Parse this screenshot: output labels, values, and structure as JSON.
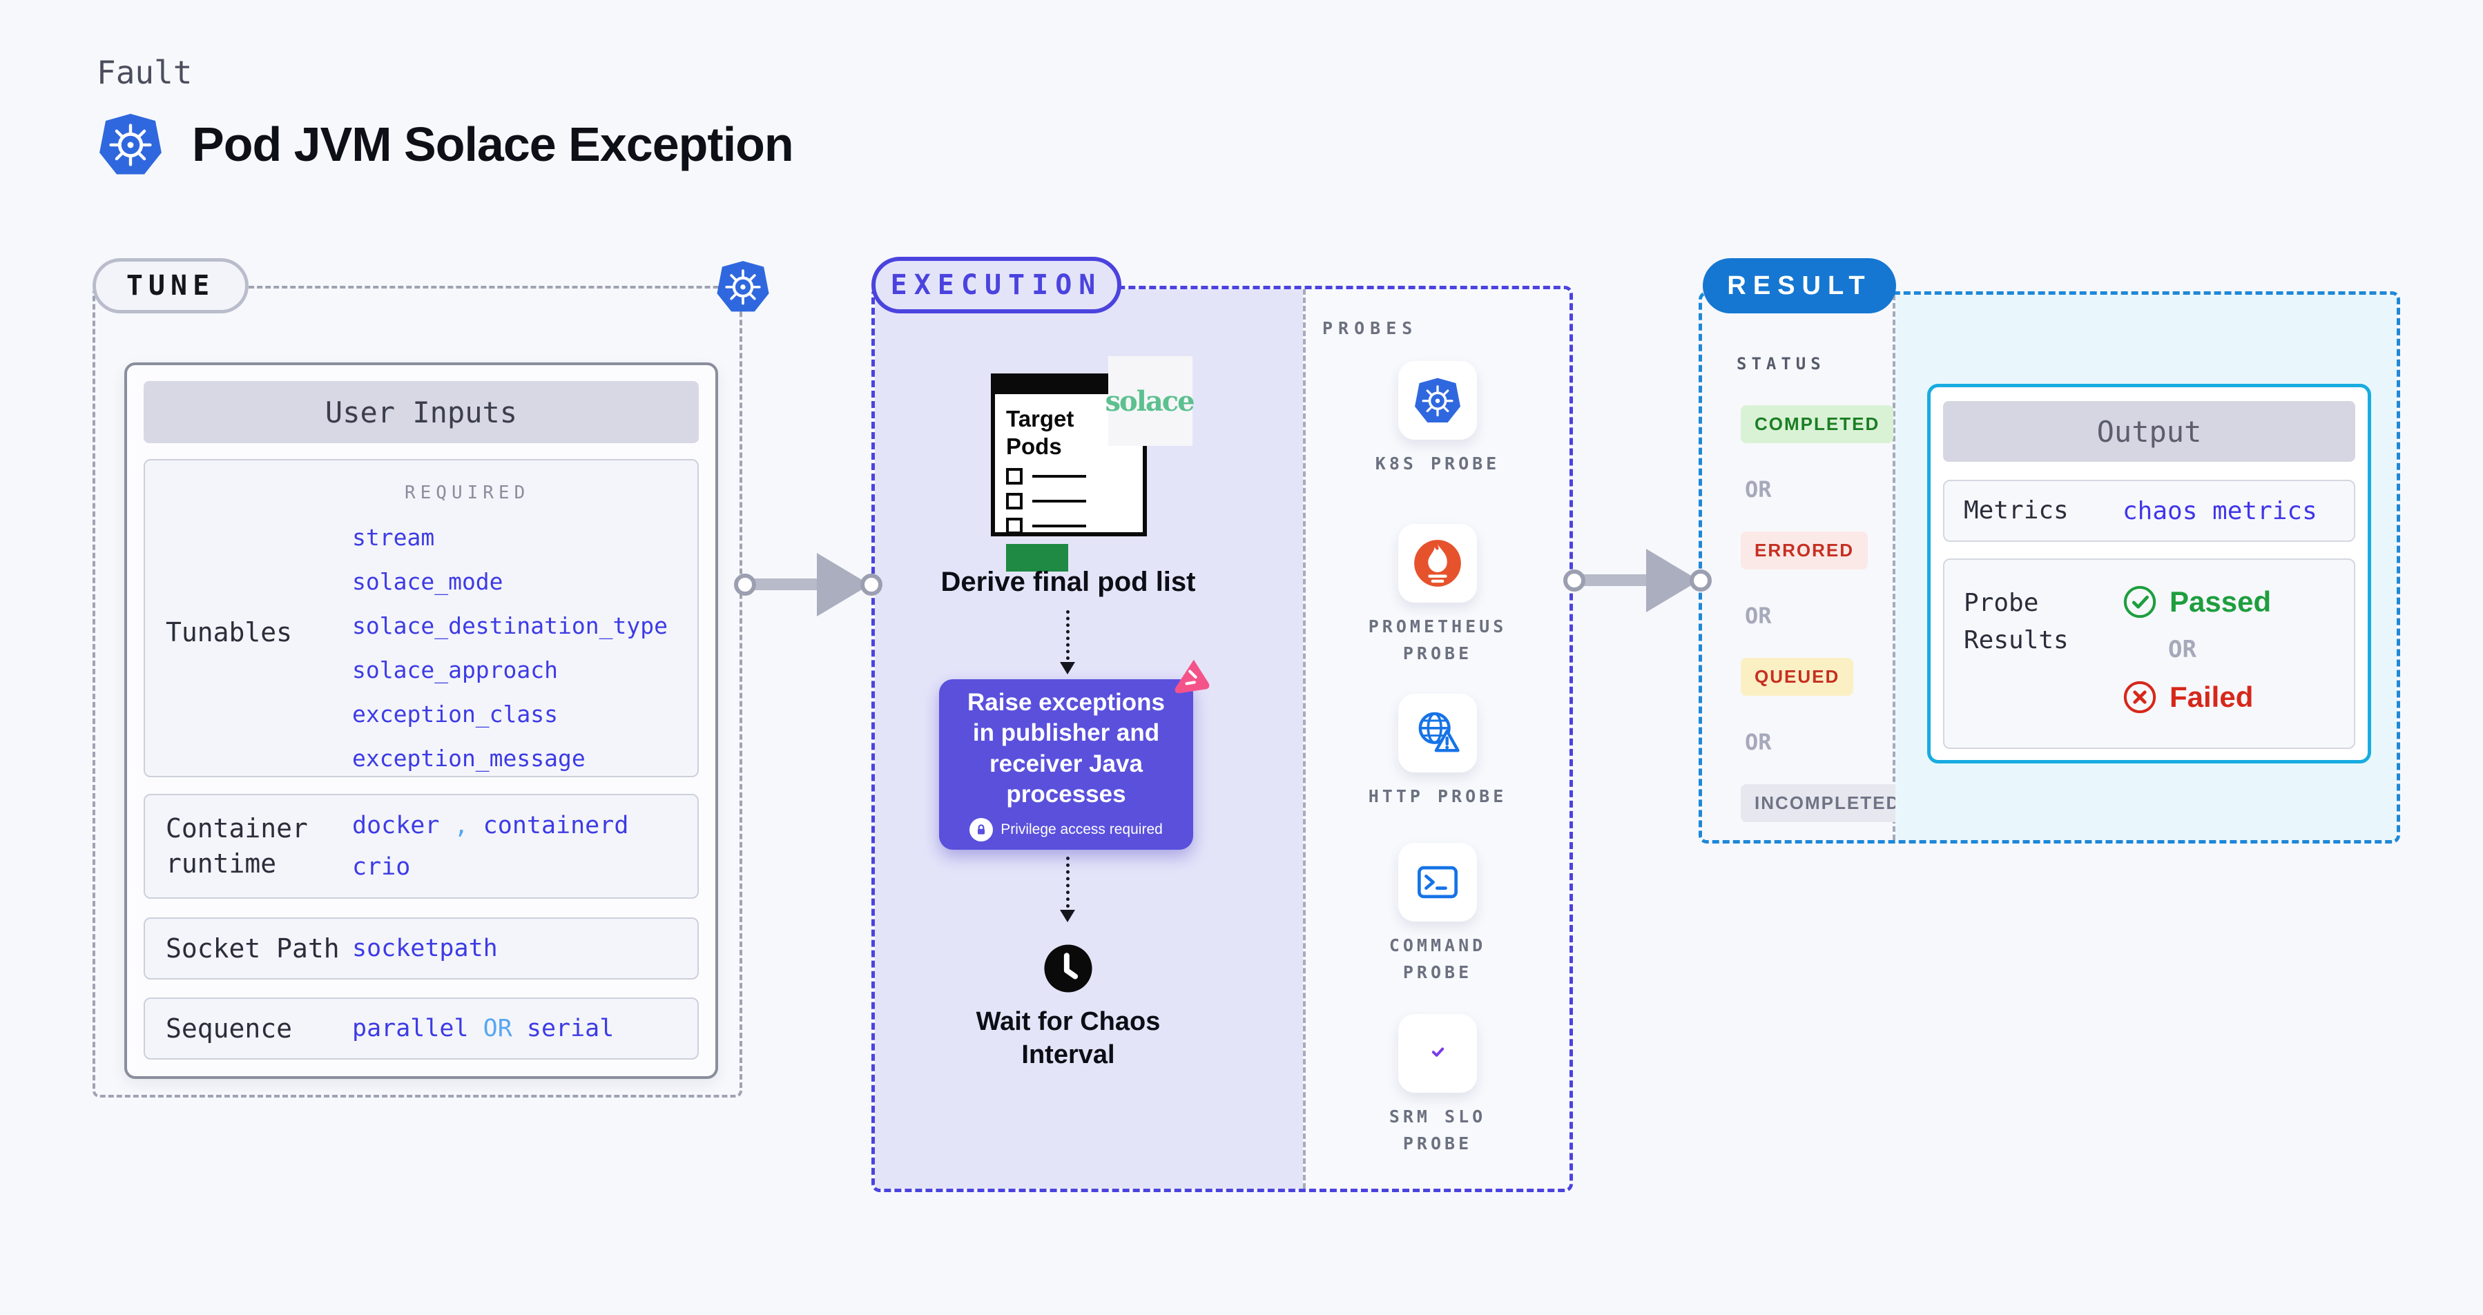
{
  "header": {
    "eyebrow": "Fault",
    "title": "Pod JVM Solace Exception"
  },
  "tune": {
    "badge": "TUNE",
    "user_inputs": {
      "title": "User Inputs",
      "required_label": "REQUIRED",
      "tunables_label": "Tunables",
      "tunables": [
        "stream",
        "solace_mode",
        "solace_destination_type",
        "solace_approach",
        "exception_class",
        "exception_message"
      ],
      "container_runtime_label": "Container runtime",
      "container_runtime_line1": [
        "docker",
        ",",
        "containerd"
      ],
      "container_runtime_line2": "crio",
      "socket_path_label": "Socket Path",
      "socket_path_value": "socketpath",
      "sequence_label": "Sequence",
      "sequence_parts": [
        "parallel",
        "OR",
        "serial"
      ]
    }
  },
  "execution": {
    "badge": "EXECUTION",
    "target_pods_title": "Target Pods",
    "solace_logo_text": "solace",
    "derive_caption": "Derive final pod list",
    "action_text": "Raise exceptions in publisher and receiver Java processes",
    "privilege_note": "Privilege access required",
    "wait_caption": "Wait for Chaos Interval",
    "probes": {
      "heading": "PROBES",
      "items": [
        {
          "label": "K8S PROBE",
          "icon": "kubernetes-icon"
        },
        {
          "label": "PROMETHEUS PROBE",
          "icon": "prometheus-icon"
        },
        {
          "label": "HTTP PROBE",
          "icon": "http-globe-warning-icon"
        },
        {
          "label": "COMMAND PROBE",
          "icon": "terminal-icon"
        },
        {
          "label": "SRM SLO PROBE",
          "icon": "slo-donut-check-icon"
        }
      ]
    }
  },
  "result": {
    "badge": "RESULT",
    "status": {
      "heading": "STATUS",
      "or_label": "OR",
      "items": [
        {
          "label": "COMPLETED",
          "bg": "#D9F2D6",
          "color": "#1B7E24"
        },
        {
          "label": "ERRORED",
          "bg": "#FBE9E7",
          "color": "#C62F21"
        },
        {
          "label": "QUEUED",
          "bg": "#FBF0C4",
          "color": "#C62F21"
        },
        {
          "label": "INCOMPLETED",
          "bg": "#E7E8EF",
          "color": "#6F7385"
        }
      ]
    },
    "output": {
      "title": "Output",
      "metrics_label": "Metrics",
      "metrics_value": "chaos metrics",
      "probe_results_label": "Probe Results",
      "passed_label": "Passed",
      "or_label": "OR",
      "failed_label": "Failed"
    }
  },
  "icons": {
    "header_title": "kubernetes-icon",
    "tune_corner": "kubernetes-icon",
    "action_lock": "lock-icon",
    "action_brand": "chaos-pink-icon",
    "wait": "clock-icon",
    "passed": "check-circle-icon",
    "failed": "x-circle-icon",
    "solace": "solace-logo"
  },
  "colors": {
    "page_bg": "#F7F8FC",
    "tune_border": "#9FA3B1",
    "execution_accent": "#4B43DE",
    "execution_fill": "#E4E4F9",
    "result_border": "#1E88D8",
    "result_badge_bg": "#1577D2",
    "output_border": "#18ACE0",
    "output_fill": "#E9F7FC",
    "value_blue": "#3D3BE4",
    "light_blue": "#57A6F2",
    "green": "#1E9E3E",
    "red": "#D6281A",
    "action_purple": "#5A50DC",
    "pink_logo": "#F4538A",
    "solace_green": "#5CC08F"
  }
}
